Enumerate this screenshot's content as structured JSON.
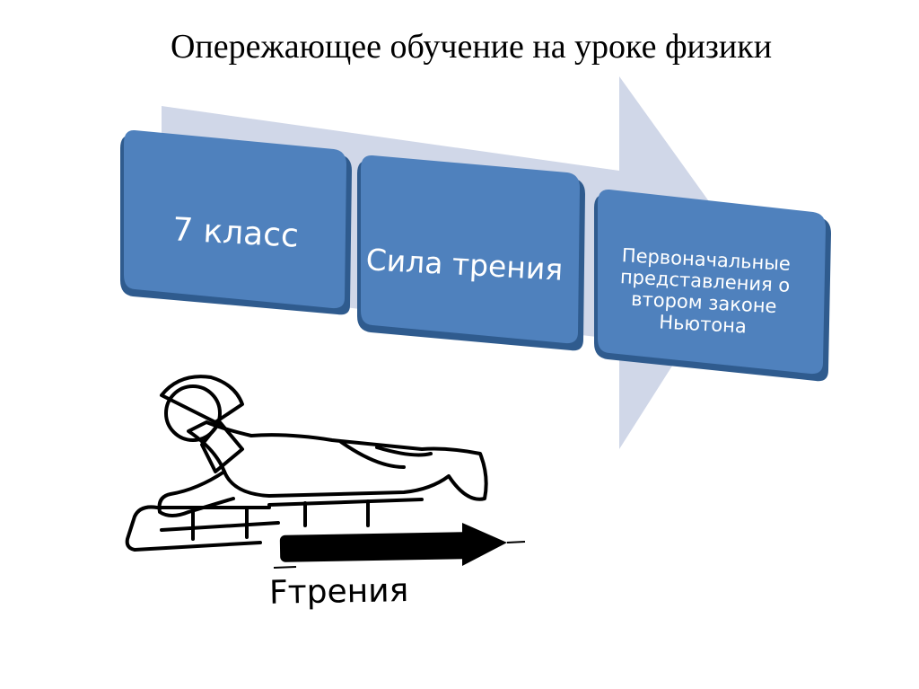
{
  "slide": {
    "title": "Опережающее обучение на уроке физики"
  },
  "process": {
    "steps": [
      {
        "label": "7 класс"
      },
      {
        "label": "Сила трения"
      },
      {
        "label": "Первоначальные представления о втором законе Ньютона"
      }
    ],
    "colors": {
      "box_fill": "#4f81bd",
      "box_border": "#2f5b8e",
      "arrow_fill": "#d0d7e8"
    }
  },
  "illustration": {
    "force_label": "Fтрения"
  }
}
